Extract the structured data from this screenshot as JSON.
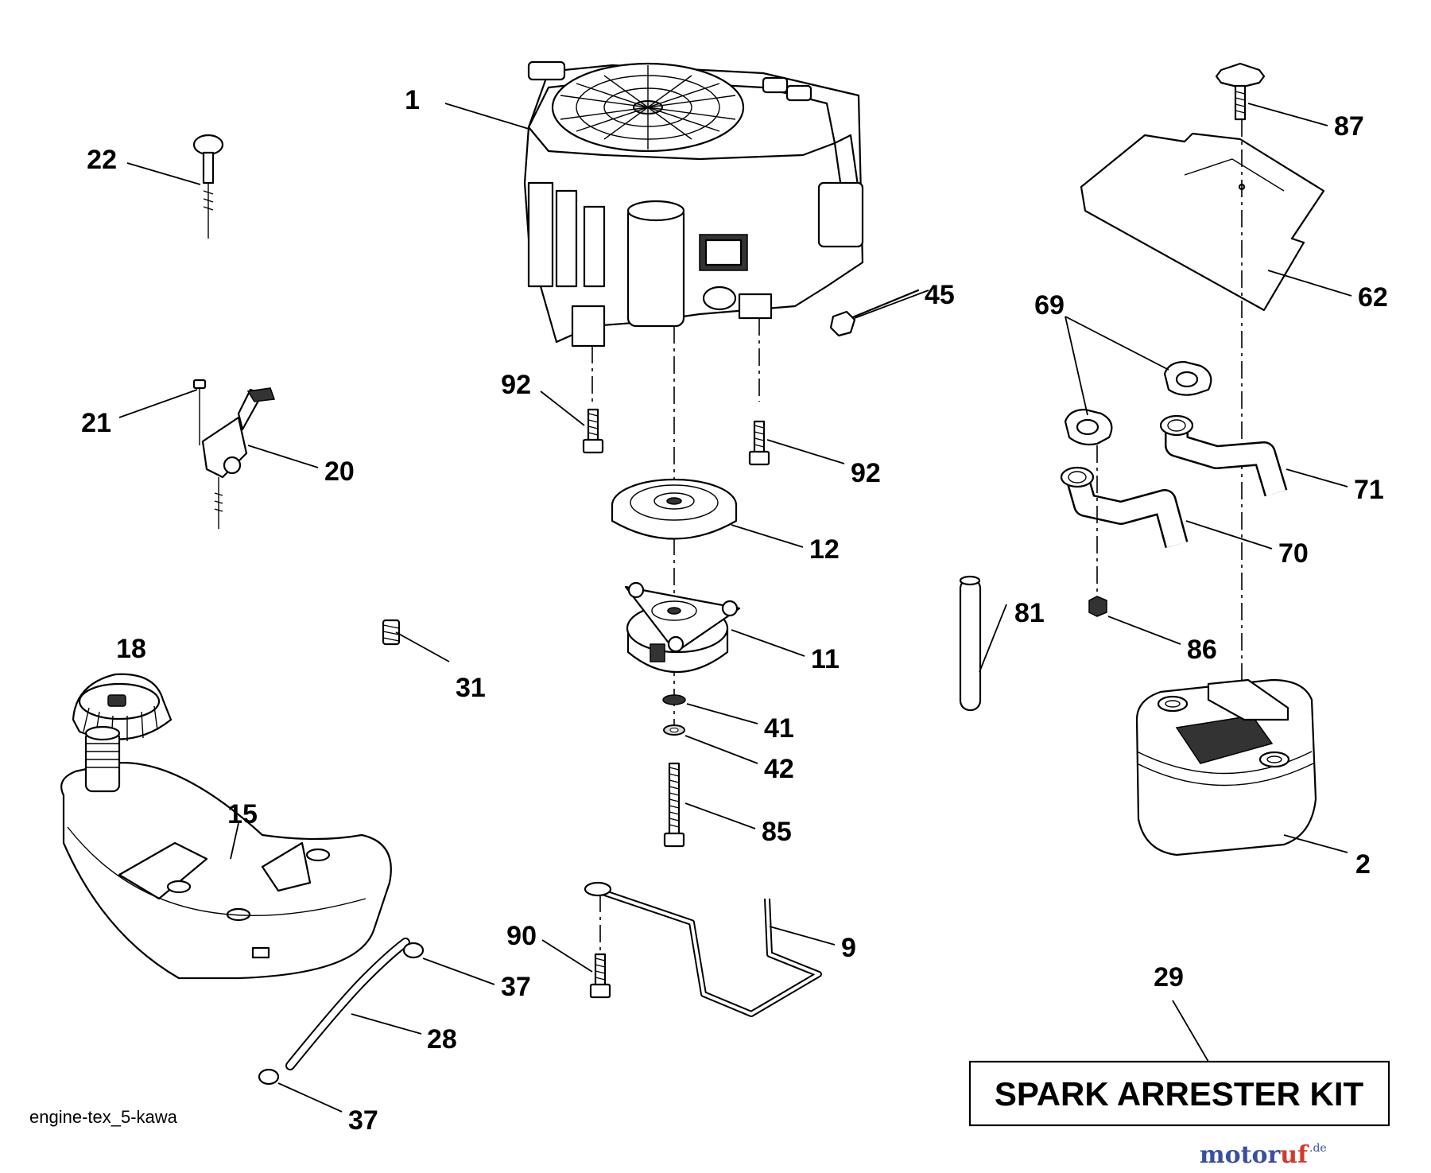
{
  "callouts": [
    {
      "id": "p1",
      "label": "1"
    },
    {
      "id": "p22",
      "label": "22"
    },
    {
      "id": "p87",
      "label": "87"
    },
    {
      "id": "p45",
      "label": "45"
    },
    {
      "id": "p62",
      "label": "62"
    },
    {
      "id": "p69",
      "label": "69"
    },
    {
      "id": "p92a",
      "label": "92"
    },
    {
      "id": "p92b",
      "label": "92"
    },
    {
      "id": "p21",
      "label": "21"
    },
    {
      "id": "p20",
      "label": "20"
    },
    {
      "id": "p71",
      "label": "71"
    },
    {
      "id": "p12",
      "label": "12"
    },
    {
      "id": "p70",
      "label": "70"
    },
    {
      "id": "p81",
      "label": "81"
    },
    {
      "id": "p18",
      "label": "18"
    },
    {
      "id": "p11",
      "label": "11"
    },
    {
      "id": "p86",
      "label": "86"
    },
    {
      "id": "p31",
      "label": "31"
    },
    {
      "id": "p41",
      "label": "41"
    },
    {
      "id": "p42",
      "label": "42"
    },
    {
      "id": "p15",
      "label": "15"
    },
    {
      "id": "p85",
      "label": "85"
    },
    {
      "id": "p2",
      "label": "2"
    },
    {
      "id": "p90",
      "label": "90"
    },
    {
      "id": "p9",
      "label": "9"
    },
    {
      "id": "p29",
      "label": "29"
    },
    {
      "id": "p37a",
      "label": "37"
    },
    {
      "id": "p28",
      "label": "28"
    },
    {
      "id": "p37b",
      "label": "37"
    }
  ],
  "kit_box": {
    "label": "SPARK ARRESTER KIT"
  },
  "source_label": "engine-tex_5-kawa",
  "watermark": {
    "brand_main": "motor",
    "brand_accent": "uf",
    "brand_suffix": ".de"
  }
}
